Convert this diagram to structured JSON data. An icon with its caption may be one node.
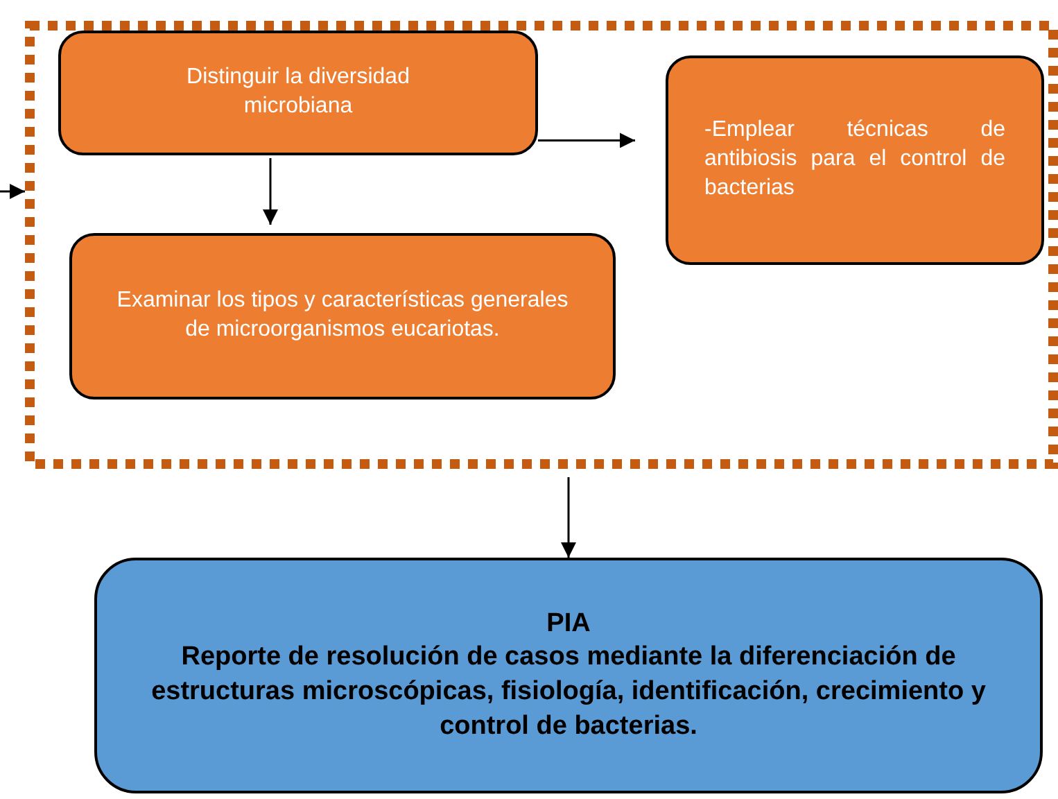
{
  "diagram": {
    "nodes": [
      {
        "text": [],
        "shape": "box"
      },
      {
        "text": [
          "Distinguir la diversidad microbiana"
        ],
        "in": 0
      },
      {
        "text": [
          "-Emplear técnicas de antibiosis para el control de bacterias"
        ],
        "in": 0
      },
      {
        "text": [
          "Examinar los tipos y características generales de microorganismos eucariotas."
        ],
        "in": 0
      },
      {
        "text": [
          "PIA",
          "Reporte de resolución de casos mediante la diferenciación de estructuras microscópicas, fisiología, identificación, crecimiento y control de bacterias."
        ]
      }
    ],
    "edges": [
      {
        "from": null,
        "to": 0,
        "arrow": "to"
      },
      {
        "from": 1,
        "to": 2,
        "arrow": "to"
      },
      {
        "from": 1,
        "to": 3,
        "arrow": "to"
      },
      {
        "from": 0,
        "to": 4,
        "arrow": "to"
      }
    ]
  }
}
